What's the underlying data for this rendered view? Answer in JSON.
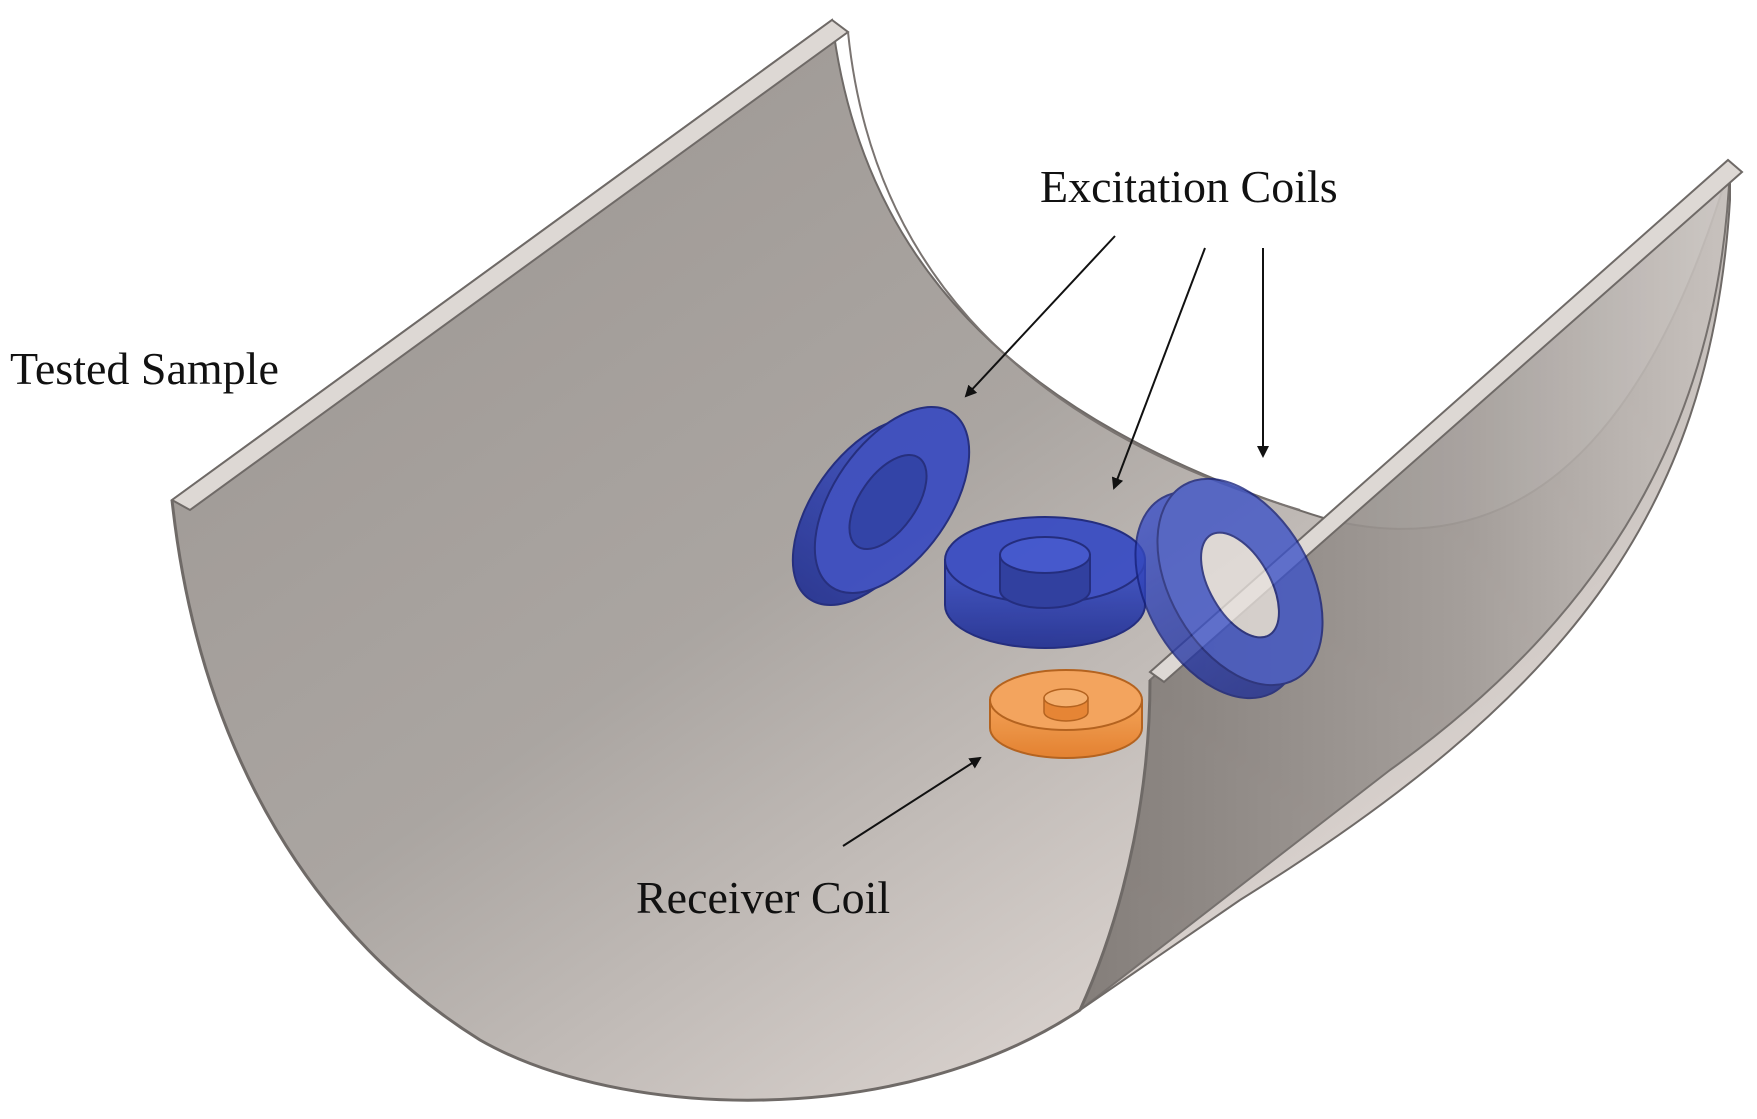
{
  "labels": {
    "tested_sample": "Tested Sample",
    "excitation_coils": "Excitation Coils",
    "receiver_coil": "Receiver Coil"
  },
  "colors": {
    "sample_surface": "#a9a39f",
    "sample_edge": "#d8d3cf",
    "excitation_coil": "#2436a8",
    "receiver_coil": "#f0913a",
    "arrow": "#111111"
  }
}
